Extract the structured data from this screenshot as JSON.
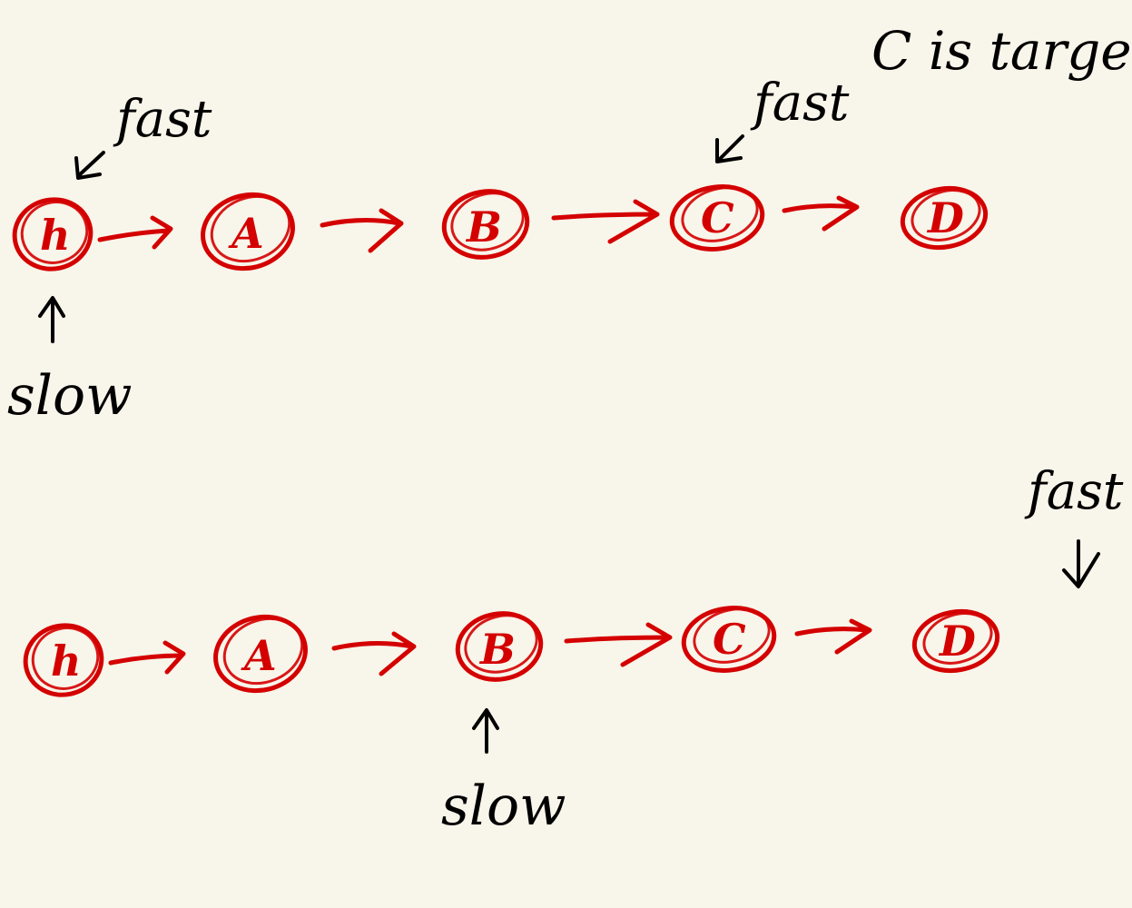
{
  "rows": [
    {
      "nodes": [
        "h",
        "A",
        "B",
        "C",
        "D"
      ],
      "slow_label": "slow",
      "fast_label": "fast",
      "slow_at": 0,
      "fast_at": 0,
      "annotation": "C is target"
    },
    {
      "nodes": [
        "h",
        "A",
        "B",
        "C",
        "D"
      ],
      "slow_label": "slow",
      "fast_label": "fast",
      "slow_at": 2,
      "fast_at": "past-end"
    }
  ],
  "colors": {
    "background": "#f8f5ea",
    "node_ink": "#d40000",
    "pen_ink": "#000000"
  }
}
